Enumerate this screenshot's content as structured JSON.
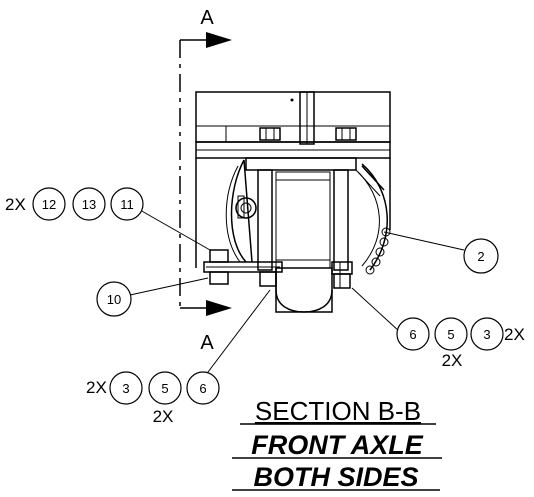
{
  "section_marks": {
    "top": "A",
    "bottom": "A"
  },
  "callouts": {
    "left_qty": "2X",
    "left_items": [
      "12",
      "13",
      "11"
    ],
    "item_2": "2",
    "item_10": "10",
    "right_items": [
      "6",
      "5",
      "3"
    ],
    "right_qty_side": "2X",
    "right_qty_below": "2X",
    "bottom_qty": "2X",
    "bottom_items": [
      "3",
      "5",
      "6"
    ],
    "bottom_qty_below": "2X"
  },
  "title": {
    "line1": "SECTION B-B",
    "line2": "FRONT AXLE",
    "line3": "BOTH SIDES"
  }
}
